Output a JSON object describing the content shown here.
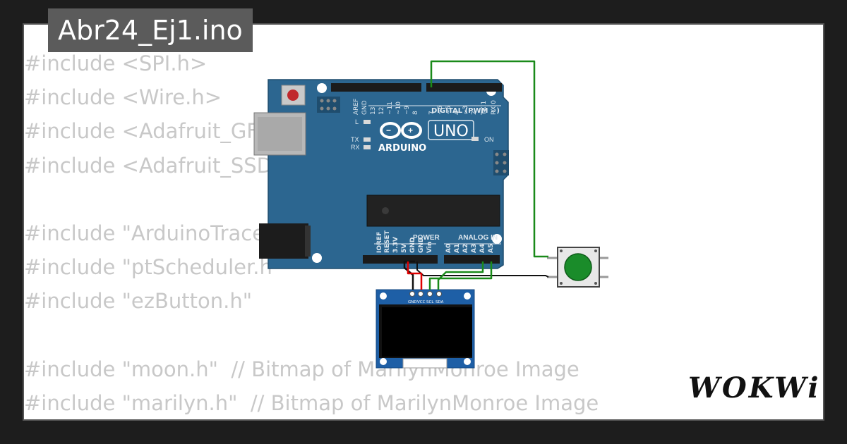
{
  "file_title": "Abr24_Ej1.ino",
  "code_lines": [
    "#include <SPI.h>",
    "#include <Wire.h>",
    "#include <Adafruit_GFX.h>",
    "#include <Adafruit_SSD1306.h>",
    "",
    "#include \"ArduinoTrace.h\"",
    "#include \"ptScheduler.h\"",
    "#include \"ezButton.h\"",
    "",
    "#include \"moon.h\"  // Bitmap of MarilynMonroe Image",
    "#include \"marilyn.h\"  // Bitmap of MarilynMonroe Image"
  ],
  "board": {
    "brand": "ARDUINO",
    "model": "UNO",
    "digital_label": "DIGITAL (PWM ~)",
    "power_label": "POWER",
    "analog_label": "ANALOG IN",
    "on_label": "ON",
    "l_label": "L",
    "tx_label": "TX",
    "rx_label": "RX",
    "top_pins": [
      "AREF",
      "GND",
      "13",
      "12",
      "~11",
      "~10",
      "~9",
      "8",
      "7",
      "~6",
      "~5",
      "4",
      "~3",
      "2",
      "TX 1",
      "RX 0"
    ],
    "power_pins": [
      "IOREF",
      "RESET",
      "3.3V",
      "5V",
      "GND",
      "GND",
      "Vin"
    ],
    "analog_pins": [
      "A0",
      "A1",
      "A2",
      "A3",
      "A4",
      "A5"
    ],
    "color": "#2c6690"
  },
  "oled": {
    "pins": [
      "GND",
      "VCC",
      "SCL",
      "SDA"
    ],
    "color": "#1e5fa6"
  },
  "button": {
    "color": "#1a8c2a"
  },
  "wires": {
    "green": "#1a8a1a",
    "black": "#111111",
    "red": "#e00000"
  },
  "logo_text": "WOKWi"
}
